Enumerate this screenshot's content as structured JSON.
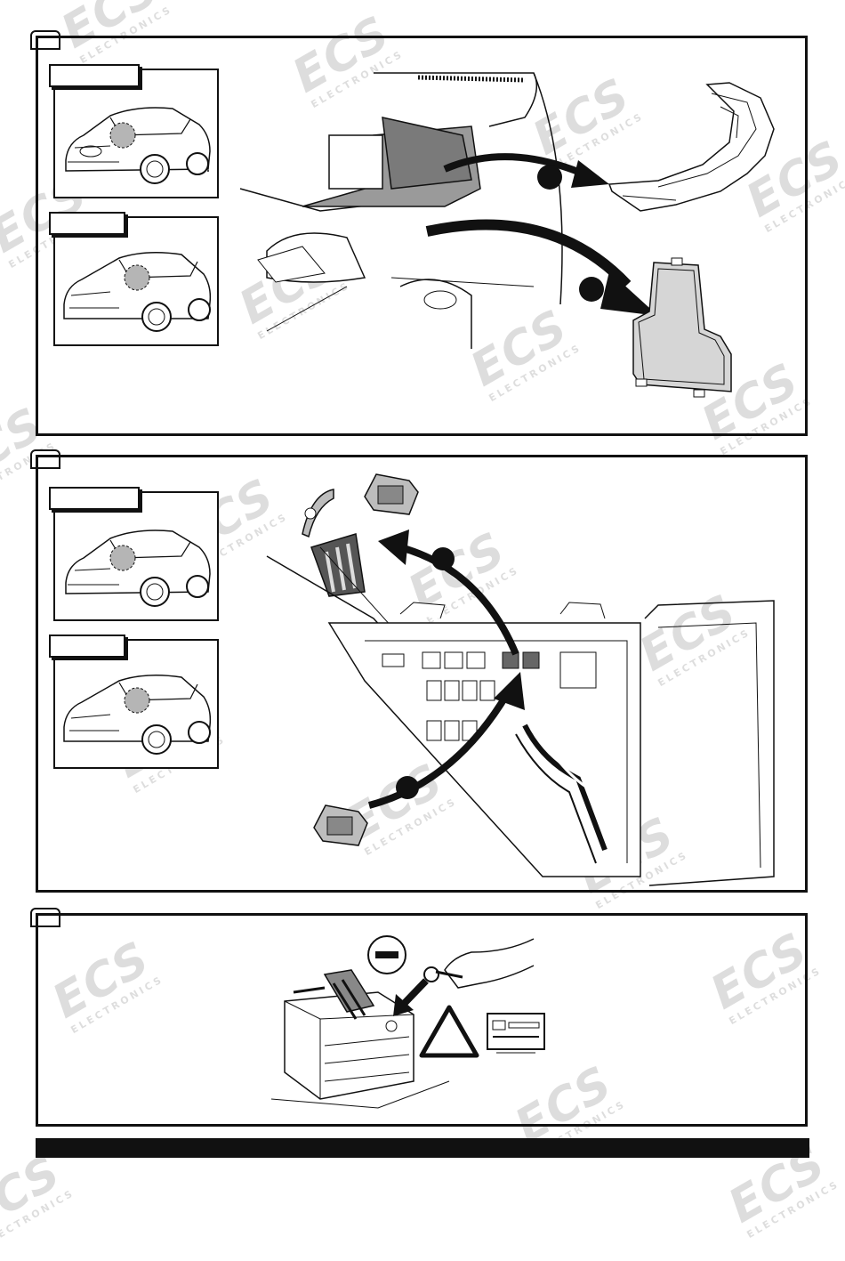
{
  "watermark": {
    "brand": "ECS",
    "tagline": "ELECTRONICS"
  },
  "steps": [
    {
      "id": "step-1",
      "step_number": "",
      "model_labels": [
        "",
        ""
      ]
    },
    {
      "id": "step-2",
      "step_number": "",
      "model_labels": [
        "",
        ""
      ]
    },
    {
      "id": "step-3",
      "step_number": ""
    }
  ],
  "icons": {
    "step1": [
      "car-front-view-icon",
      "car-front-view-icon",
      "engine-bay-icon",
      "air-duct-cover-icon",
      "fuse-box-cover-icon",
      "curved-arrow-icon",
      "curved-arrow-icon"
    ],
    "step2": [
      "fuse-puller-icon",
      "fuse-icon",
      "fuse-icon",
      "fuse-box-icon",
      "curved-arrow-icon",
      "curved-arrow-icon"
    ],
    "step3": [
      "battery-icon",
      "minus-terminal-icon",
      "hand-with-clamp-icon",
      "warning-triangle-icon",
      "radio-code-card-icon",
      "arrow-down-left-icon"
    ]
  },
  "colors": {
    "line": "#111111",
    "fill_gray": "#cfcfcf",
    "background": "#ffffff"
  }
}
